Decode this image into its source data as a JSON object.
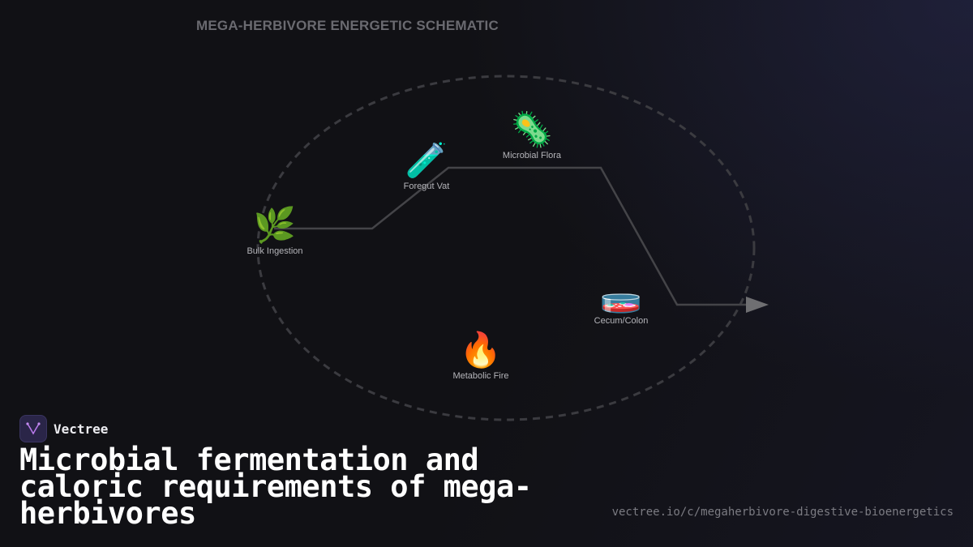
{
  "diagram": {
    "title": "MEGA-HERBIVORE ENERGETIC SCHEMATIC",
    "nodes": [
      {
        "id": "bulk",
        "label": "Bulk Ingestion",
        "icon": "herb-icon",
        "glyph": "🌿"
      },
      {
        "id": "foregut",
        "label": "Foregut Vat",
        "icon": "test-tube-icon",
        "glyph": "🧪"
      },
      {
        "id": "microbial",
        "label": "Microbial Flora",
        "icon": "microbe-icon",
        "glyph": "🦠"
      },
      {
        "id": "cecum",
        "label": "Cecum/Colon",
        "icon": "petri-dish-icon",
        "glyph": "🧫"
      },
      {
        "id": "metabolic",
        "label": "Metabolic Fire",
        "icon": "fire-icon",
        "glyph": "🔥"
      }
    ],
    "colors": {
      "path": "#444448",
      "arrowhead": "#6f6f72",
      "dashed_loop": "#3b3b40"
    }
  },
  "brand": {
    "name": "Vectree",
    "logo_icon": "vectree-logo-icon",
    "accent": "#a05fd6"
  },
  "headline": "Microbial fermentation and caloric requirements of mega-herbivores",
  "url": "vectree.io/c/megaherbivore-digestive-bioenergetics"
}
